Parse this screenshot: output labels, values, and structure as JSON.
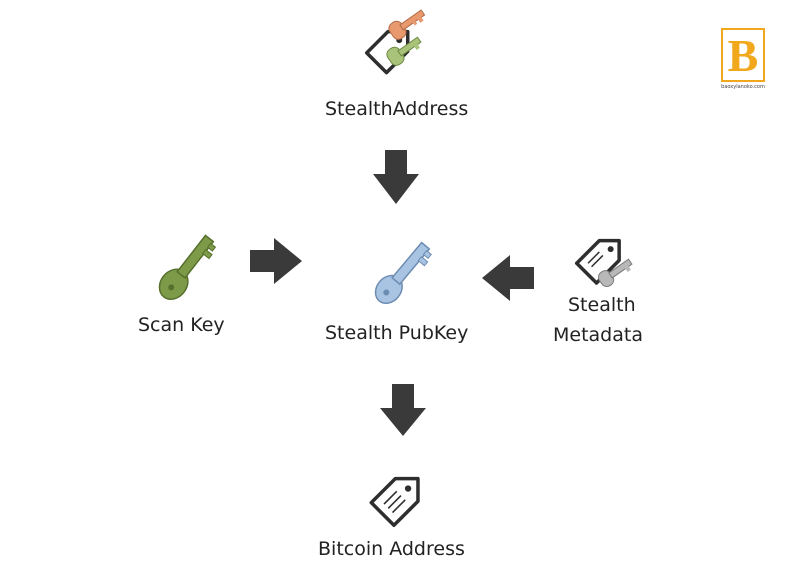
{
  "diagram": {
    "nodes": {
      "stealth_address": {
        "label": "StealthAddress",
        "icon": "tag-with-keys-icon"
      },
      "scan_key": {
        "label": "Scan Key",
        "icon": "green-key-icon"
      },
      "stealth_pubkey": {
        "label": "Stealth PubKey",
        "icon": "blue-key-icon"
      },
      "stealth_metadata": {
        "label_line1": "Stealth",
        "label_line2": "Metadata",
        "icon": "tag-with-key-icon"
      },
      "bitcoin_address": {
        "label": "Bitcoin Address",
        "icon": "tag-icon"
      }
    },
    "edges": [
      {
        "from": "StealthAddress",
        "to": "Stealth PubKey",
        "direction": "down"
      },
      {
        "from": "Scan Key",
        "to": "Stealth PubKey",
        "direction": "right"
      },
      {
        "from": "Stealth Metadata",
        "to": "Stealth PubKey",
        "direction": "left"
      },
      {
        "from": "Stealth PubKey",
        "to": "Bitcoin Address",
        "direction": "down"
      }
    ]
  },
  "watermark": {
    "letter": "B",
    "caption": "baoxylanoko.com"
  },
  "colors": {
    "arrow": "#3a3a3a",
    "green_key": "#7c9a48",
    "blue_key": "#a9c4e3",
    "orange_key": "#e89a6e",
    "tag_stroke": "#2e2e2e",
    "logo": "#f2a81d"
  }
}
